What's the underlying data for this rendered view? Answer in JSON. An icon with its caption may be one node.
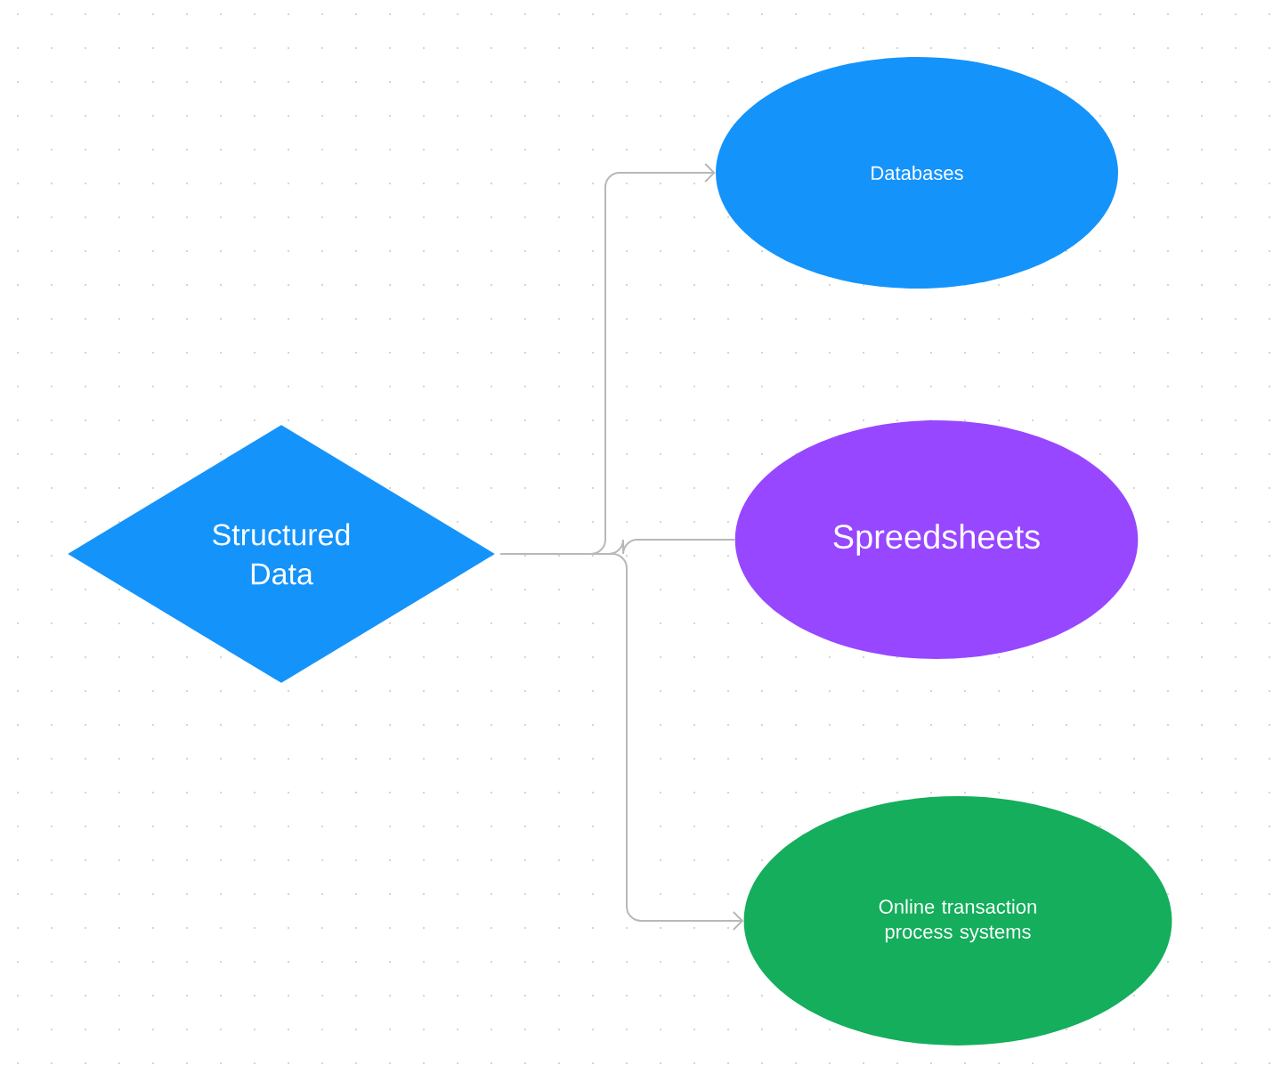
{
  "diagram": {
    "nodes": [
      {
        "text": [
          "Structured Data"
        ]
      },
      {
        "text": [
          "Databases"
        ]
      },
      {
        "text": [
          "Spreedsheets"
        ]
      },
      {
        "text": [
          "Online transaction process systems"
        ]
      }
    ],
    "edges": [
      {
        "from": 0,
        "to": 1,
        "arrow": "to"
      },
      {
        "from": 0,
        "to": 2,
        "arrow": "none"
      },
      {
        "from": 0,
        "to": 3,
        "arrow": "to"
      }
    ]
  }
}
